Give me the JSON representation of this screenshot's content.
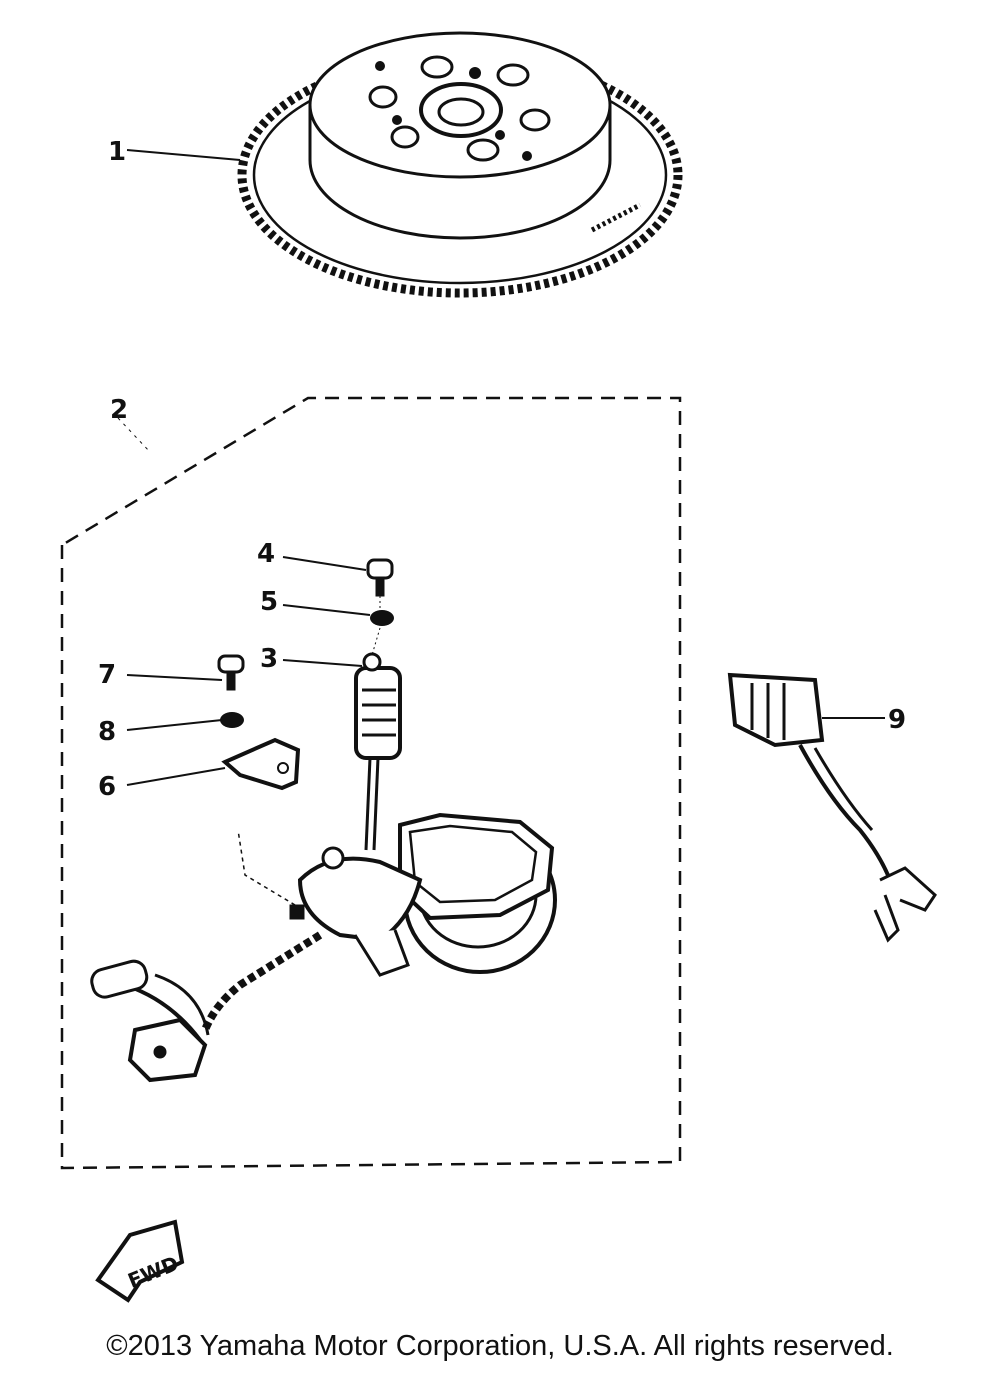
{
  "callouts": {
    "c1": "1",
    "c2": "2",
    "c3": "3",
    "c4": "4",
    "c5": "5",
    "c6": "6",
    "c7": "7",
    "c8": "8",
    "c9": "9"
  },
  "fwd_label": "FWD",
  "copyright": "©2013 Yamaha Motor Corporation, U.S.A. All rights reserved."
}
